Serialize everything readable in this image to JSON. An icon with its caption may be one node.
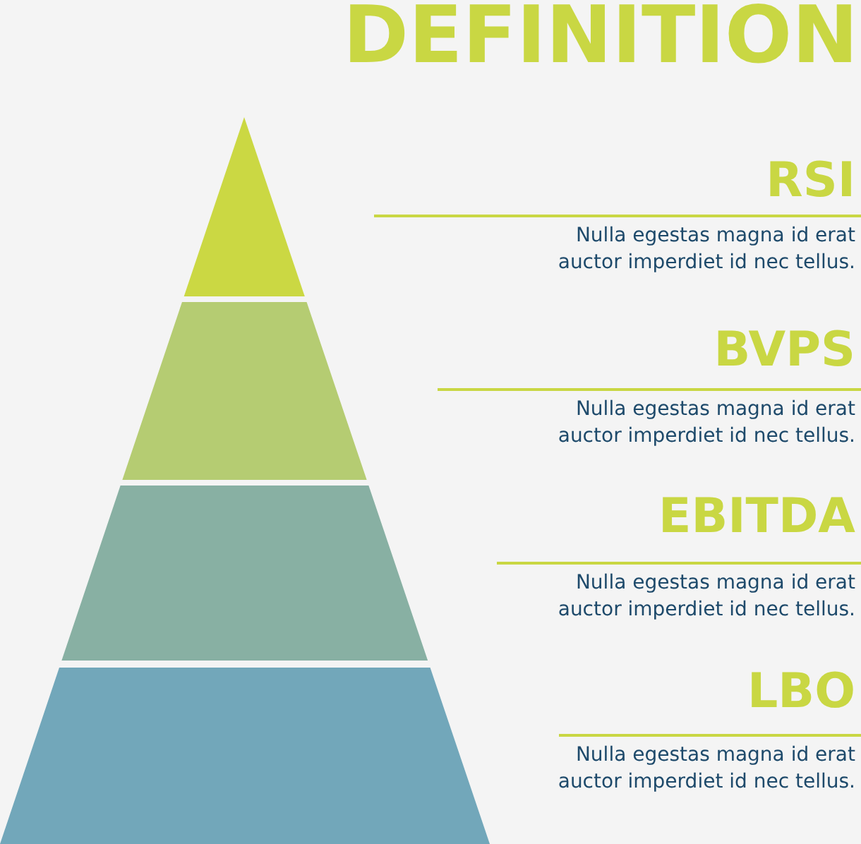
{
  "diagram": {
    "title": "DEFINITION",
    "nodes": [
      {
        "text": [],
        "shape": "triangle"
      },
      {
        "text": [],
        "shape": "trapezoid"
      },
      {
        "text": [],
        "shape": "trapezoid"
      },
      {
        "text": [],
        "shape": "trapezoid"
      }
    ],
    "labels": [
      "RSI",
      "Nulla egestas magna id erat auctor imperdiet id nec tellus.",
      "BVPS",
      "Nulla egestas magna id erat auctor imperdiet id nec tellus.",
      "EBITDA",
      "Nulla egestas magna id erat auctor imperdiet id nec tellus.",
      "LBO",
      "Nulla egestas magna id erat auctor imperdiet id nec tellus."
    ]
  }
}
